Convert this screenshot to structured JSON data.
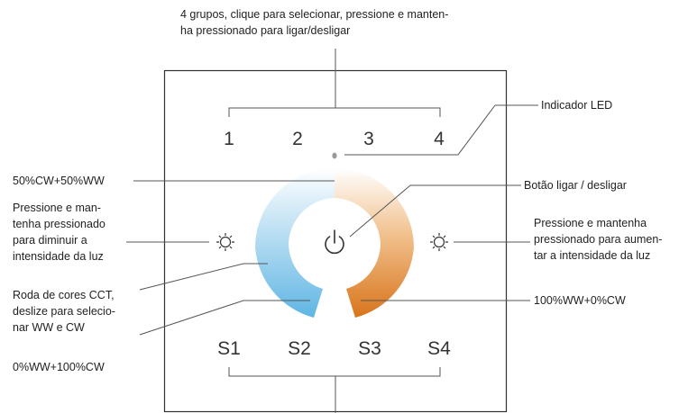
{
  "annotations": {
    "groups_line1": "4 grupos, clique para selecionar, pressione e manten-",
    "groups_line2": "ha pressionado para ligar/desligar",
    "led_indicator": "Indicador LED",
    "ratio_50_50": "50%CW+50%WW",
    "power_button": "Botão ligar / desligar",
    "dim_down_line1": "Pressione e man-",
    "dim_down_line2": "tenha pressionado",
    "dim_down_line3": "para diminuir a",
    "dim_down_line4": "intensidade da luz",
    "dim_up_line1": "Pressione e mantenha",
    "dim_up_line2": "pressionado para aumen-",
    "dim_up_line3": "tar a intensidade da luz",
    "cct_wheel_line1": "Roda de cores CCT,",
    "cct_wheel_line2": "deslize para selecio-",
    "cct_wheel_line3": "nar WW e CW",
    "ratio_ww_100": "100%WW+0%CW",
    "ratio_cw_100": "0%WW+100%CW"
  },
  "panel": {
    "zones": [
      "1",
      "2",
      "3",
      "4"
    ],
    "scenes": [
      "S1",
      "S2",
      "S3",
      "S4"
    ]
  },
  "colors": {
    "cool_white": "#6cbde6",
    "warm_white": "#d9751a",
    "neutral": "#ffffff"
  },
  "icons": {
    "dim_down": "sun-icon",
    "dim_up": "sun-icon",
    "power": "power-icon",
    "led": "led-dot-icon"
  }
}
